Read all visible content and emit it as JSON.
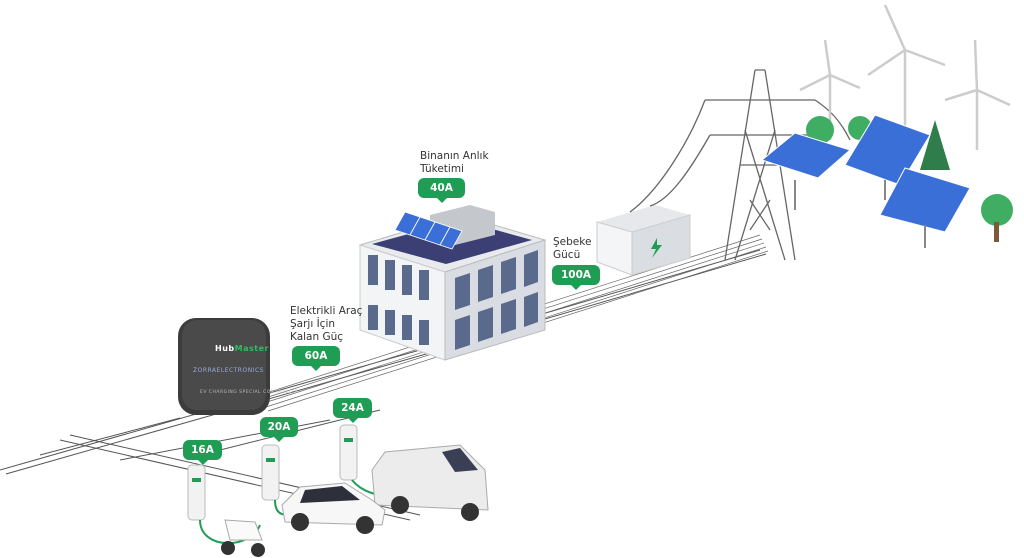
{
  "labels": {
    "building": "Binanın Anlık Tüketimi",
    "grid": "Şebeke Gücü",
    "ev_remaining": "Elektrikli Araç Şarjı İçin Kalan Güç"
  },
  "badges": {
    "building": "40A",
    "grid": "100A",
    "ev_remaining": "60A",
    "charger_1": "16A",
    "charger_2": "20A",
    "charger_3": "24A"
  },
  "device": {
    "brand_hub": "Hub",
    "brand_master": "Master",
    "maker": "ZORRAELECTRONICS",
    "caption": "EV CHARGING SPECIAL CONTROLLER"
  },
  "colors": {
    "accent": "#1f9d55",
    "solar": "#3a6fd8",
    "device": "#3c3c3c"
  }
}
